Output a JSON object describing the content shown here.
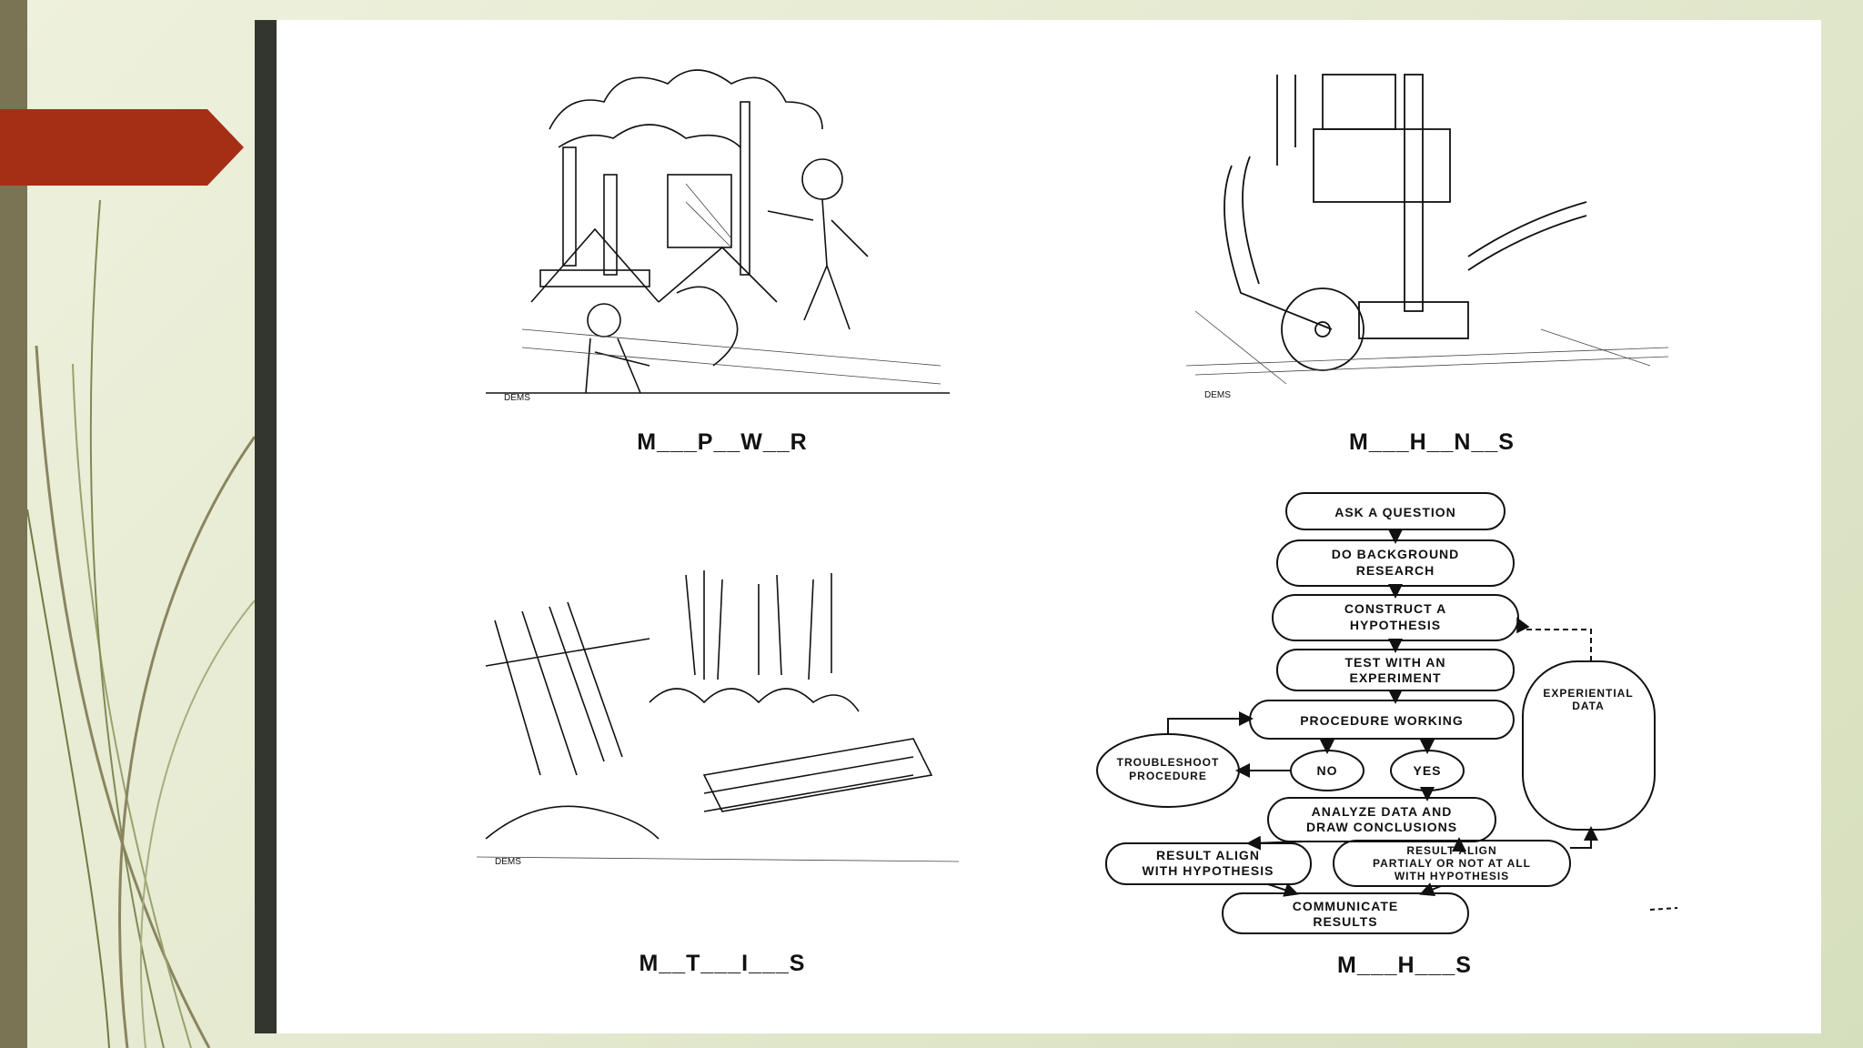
{
  "panels": [
    {
      "id": "mineworker",
      "word_puzzle": "M___P__W__R",
      "artist_mark": "DEMS"
    },
    {
      "id": "machines",
      "word_puzzle": "M___H__N__S",
      "artist_mark": "DEMS"
    },
    {
      "id": "materials",
      "word_puzzle": "M__T___I___S",
      "artist_mark": "DEMS"
    },
    {
      "id": "methods",
      "word_puzzle": "M___H___S"
    }
  ],
  "flowchart": {
    "nodes": {
      "ask": "ASK A QUESTION",
      "research_1": "DO BACKGROUND",
      "research_2": "RESEARCH",
      "hypothesis_1": "CONSTRUCT A",
      "hypothesis_2": "HYPOTHESIS",
      "test_1": "TEST WITH AN",
      "test_2": "EXPERIMENT",
      "procedure": "PROCEDURE WORKING",
      "troubleshoot_1": "TROUBLESHOOT",
      "troubleshoot_2": "PROCEDURE",
      "no": "NO",
      "yes": "YES",
      "analyze_1": "ANALYZE DATA AND",
      "analyze_2": "DRAW CONCLUSIONS",
      "align_1": "RESULT ALIGN",
      "align_2": "WITH HYPOTHESIS",
      "partial_1": "RESULT ALIGN",
      "partial_2": "PARTIALY OR NOT AT ALL",
      "partial_3": "WITH HYPOTHESIS",
      "communicate_1": "COMMUNICATE",
      "communicate_2": "RESULTS",
      "experiential_1": "EXPERIENTIAL",
      "experiential_2": "DATA"
    }
  },
  "colors": {
    "accent_red": "#a52f15",
    "left_bar": "#7a7354",
    "border_dark": "#33352f"
  }
}
